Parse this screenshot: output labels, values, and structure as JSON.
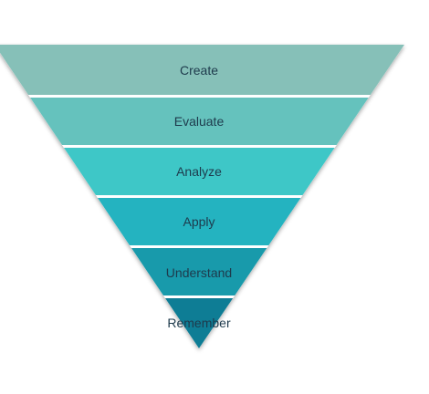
{
  "levels": [
    {
      "label": "Create",
      "color": "#86c0b8"
    },
    {
      "label": "Evaluate",
      "color": "#65c2bd"
    },
    {
      "label": "Analyze",
      "color": "#3ec7c7"
    },
    {
      "label": "Apply",
      "color": "#24b3c0"
    },
    {
      "label": "Understand",
      "color": "#189aab"
    },
    {
      "label": "Remember",
      "color": "#0e7d95"
    }
  ],
  "outline_color": "#ffffff"
}
